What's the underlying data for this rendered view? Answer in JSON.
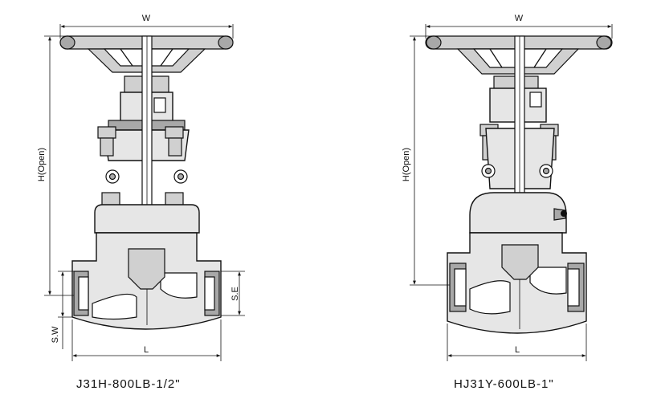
{
  "valves": [
    {
      "caption": "J31H-800LB-1/2\"",
      "dims": {
        "width": "W",
        "height": "H(Open)",
        "length": "L",
        "socket_end": "S.E",
        "socket_weld": "S.W"
      }
    },
    {
      "caption": "HJ31Y-600LB-1\"",
      "dims": {
        "width": "W",
        "height": "H(Open)",
        "length": "L"
      }
    }
  ]
}
